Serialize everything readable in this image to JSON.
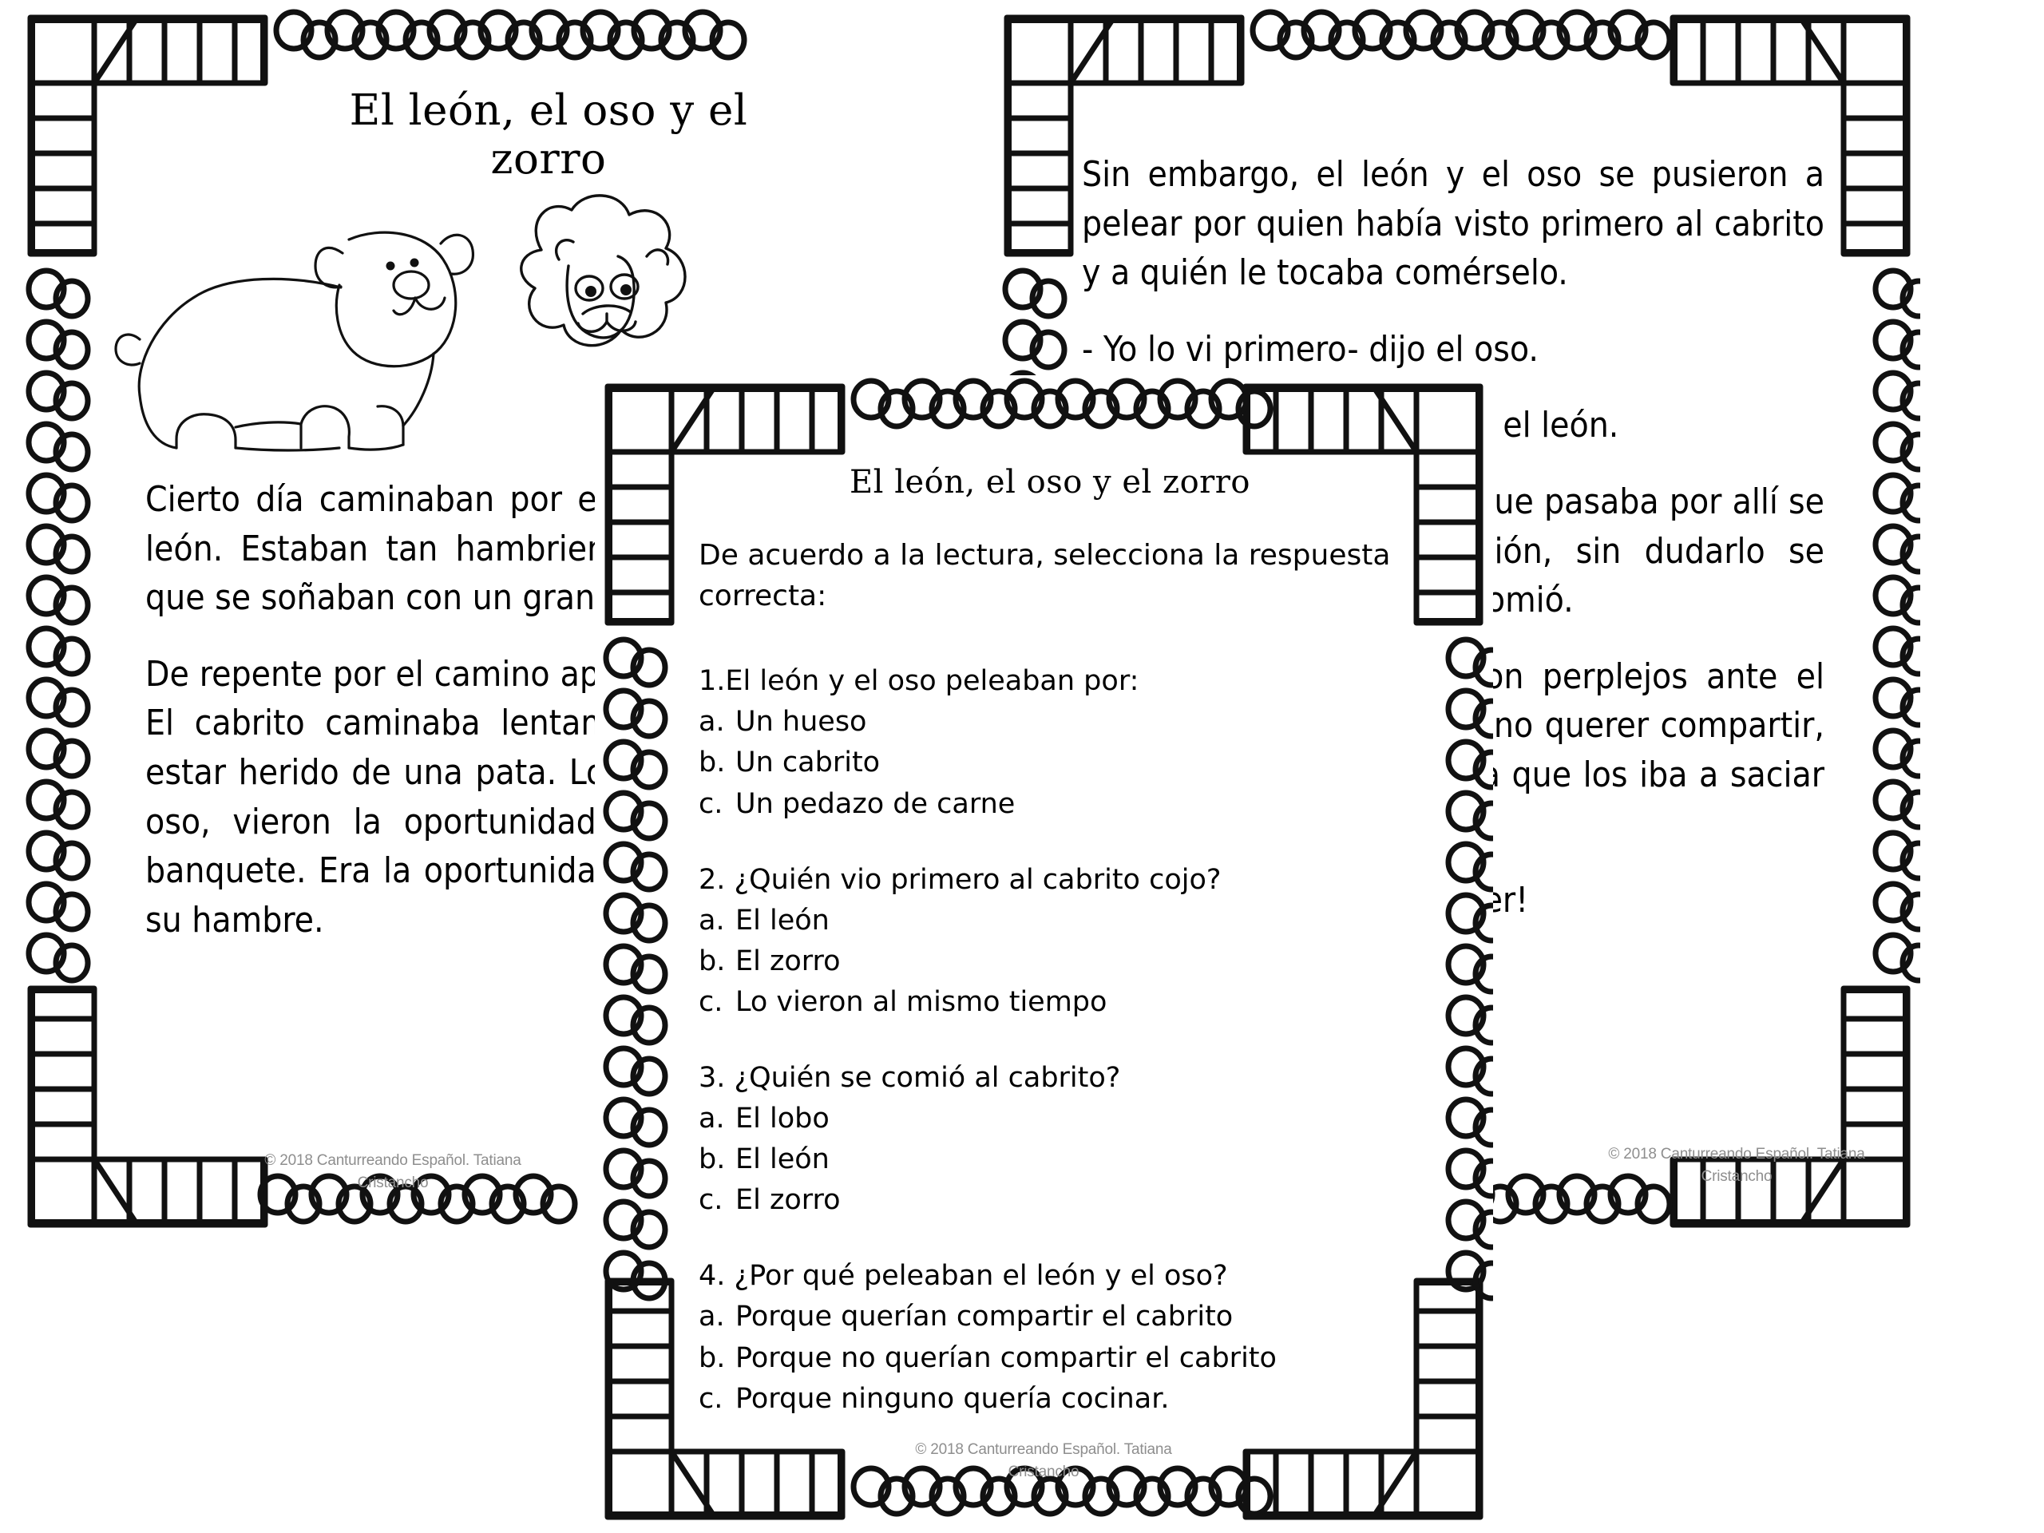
{
  "document": {
    "type": "worksheet-packet",
    "language": "es",
    "ink_color": "#000000",
    "copyright_color": "#8e8e8e"
  },
  "copyright": {
    "line1": "© 2018 Canturreando Español. Tatiana",
    "line2": "Cristancho"
  },
  "page_reading_1": {
    "title_line1": "El león, el oso y el",
    "title_line2": "zorro",
    "illustrations": [
      "bear-illustration",
      "lion-illustration"
    ],
    "paragraph_1": "Cierto día caminaban por el bosque un oso y un león. Estaban tan hambrientos los dos animales que se soñaban con un gran banquete.",
    "paragraph_2": "De repente por el camino apareció un cabrito cojo. El cabrito caminaba lentamente porque parecía estar herido de una pata. Los amigos, el león y el oso, vieron la oportunidad de tener el soñado banquete. Era la oportunidad perfecta para saciar su hambre."
  },
  "page_reading_2": {
    "paragraph_1": "Sin embargo, el león y el oso se pusieron a pelear por quien había visto primero al cabrito y a quién le tocaba comérselo.",
    "paragraph_2": "-  Yo lo vi primero- dijo el oso.",
    "paragraph_3": "-  No, yo lo vi primero- dijo el león.",
    "paragraph_4": "Mientras tanto, un zorro que pasaba por allí se dio cuenta de la situación, sin dudarlo se acercó al cabrito y se lo comió.",
    "paragraph_5": "El león y el oso quedaron perplejos ante el hecho de pelear tantos y no querer compartir, quedándose sin la comida que los iba a saciar (satisfacer).",
    "paragraph_6": "¡Qué lección para aprender!"
  },
  "page_quiz": {
    "title": "El león, el oso y el zorro",
    "instructions_line1": "De acuerdo a la lectura, selecciona la respuesta",
    "instructions_line2": "correcta:",
    "questions": [
      {
        "number": "1.",
        "prompt": "El león y el oso peleaban por:",
        "options": [
          {
            "mark": "a.",
            "text": "Un hueso"
          },
          {
            "mark": "b.",
            "text": "Un cabrito"
          },
          {
            "mark": "c.",
            "text": "Un pedazo de carne"
          }
        ]
      },
      {
        "number": "2.",
        "prompt": "¿Quién vio primero al cabrito cojo?",
        "options": [
          {
            "mark": "a.",
            "text": "El león"
          },
          {
            "mark": "b.",
            "text": "El zorro"
          },
          {
            "mark": "c.",
            "text": "Lo vieron al mismo tiempo"
          }
        ]
      },
      {
        "number": "3.",
        "prompt": "¿Quién se comió al cabrito?",
        "options": [
          {
            "mark": "a.",
            "text": "El lobo"
          },
          {
            "mark": "b.",
            "text": "El león"
          },
          {
            "mark": "c.",
            "text": "El zorro"
          }
        ]
      },
      {
        "number": "4.",
        "prompt": "¿Por qué peleaban el león y el oso?",
        "options": [
          {
            "mark": "a.",
            "text": "Porque querían compartir el cabrito"
          },
          {
            "mark": "b.",
            "text": "Porque no querían compartir el cabrito"
          },
          {
            "mark": "c.",
            "text": "Porque ninguno quería cocinar."
          }
        ]
      }
    ]
  }
}
